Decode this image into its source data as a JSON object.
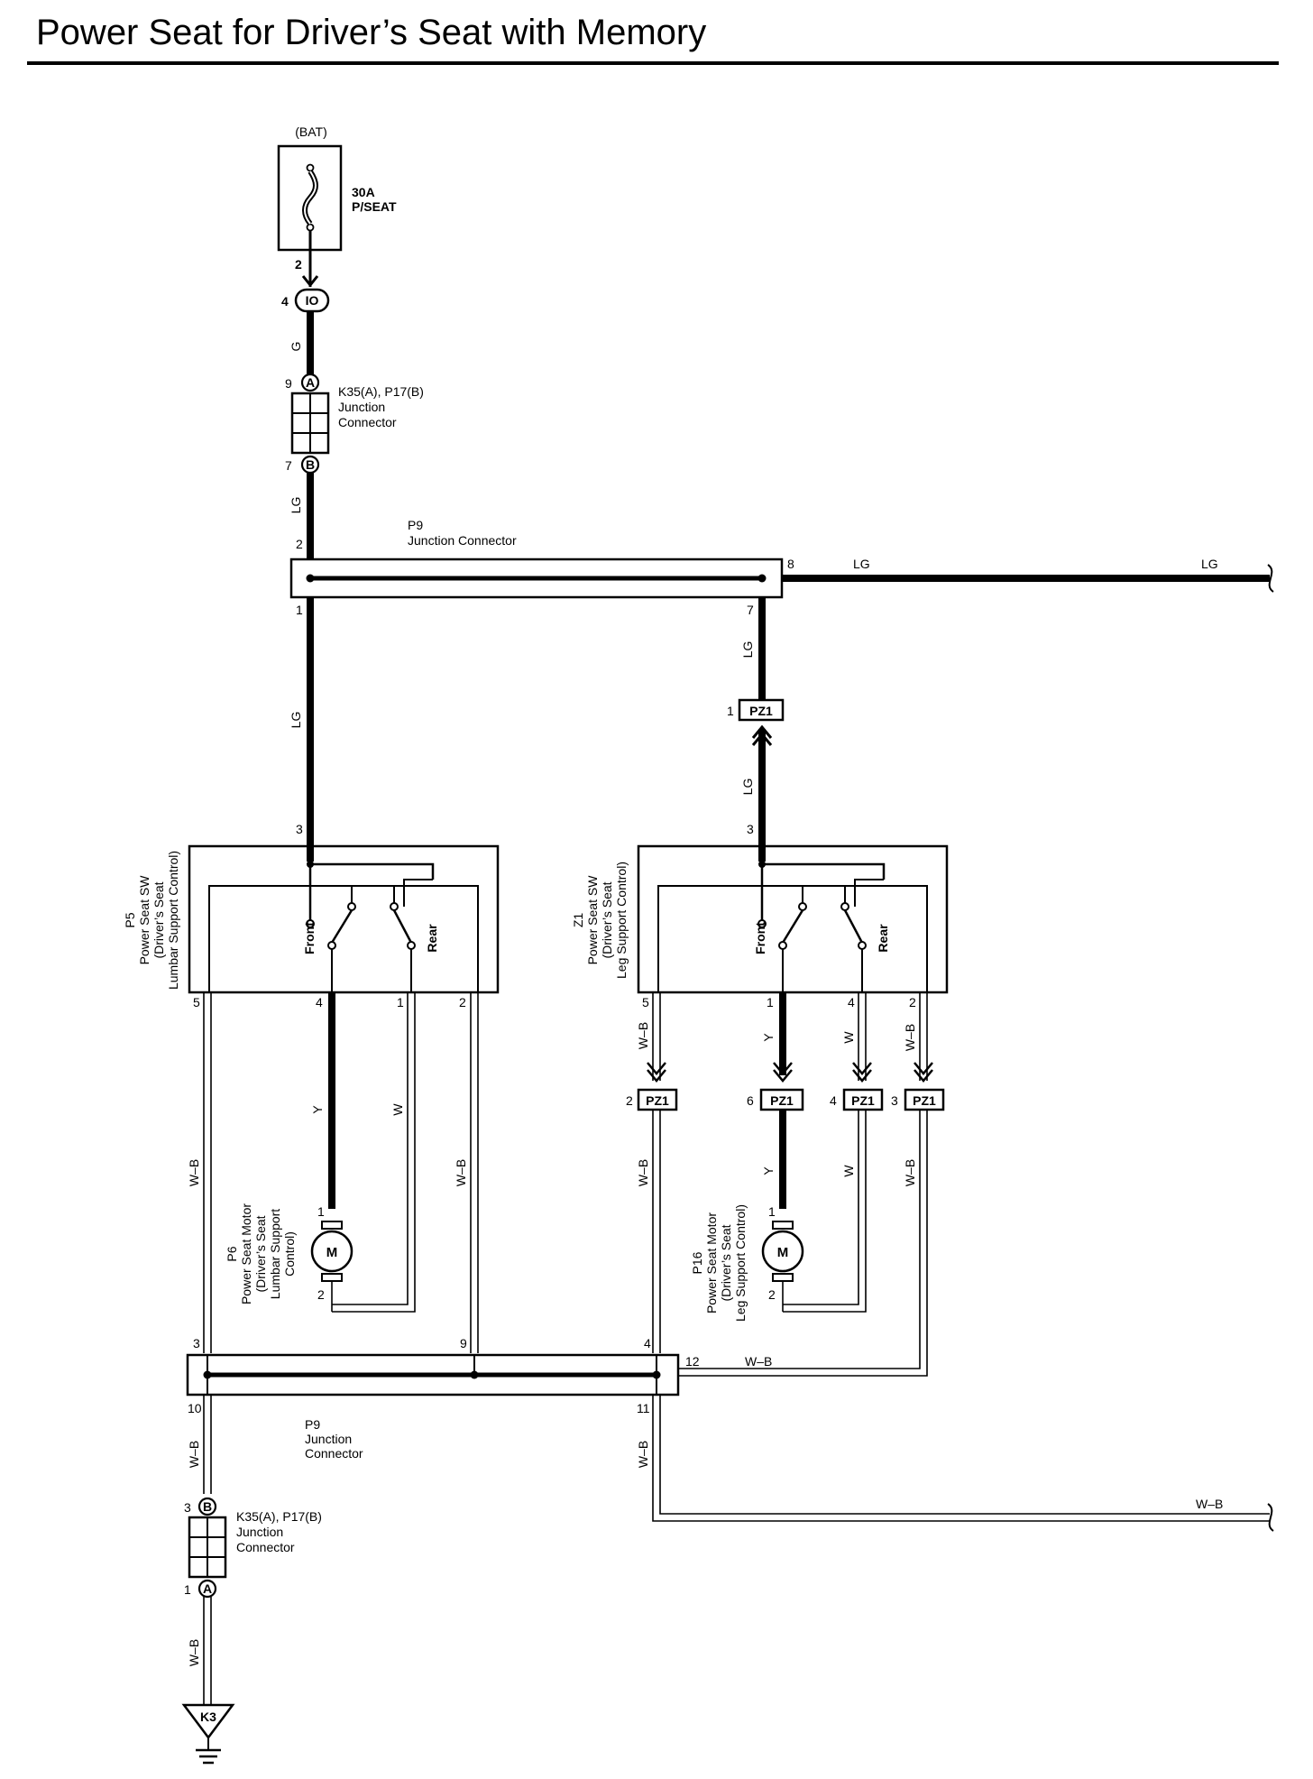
{
  "title": "Power Seat for Driver’s Seat with Memory",
  "colors": {
    "ink": "#000000",
    "paper": "#ffffff"
  },
  "labels": {
    "bat": "(BAT)",
    "fuse_rating": "30A",
    "fuse_name": "P/SEAT",
    "pin_2": "2",
    "pin_4": "4",
    "io": "IO",
    "wire_g": "G",
    "pin_9": "9",
    "pin_7": "7",
    "pin_a": "A",
    "pin_b": "B",
    "jc_top_id": "K35(A), P17(B)",
    "jc_line1": "Junction",
    "jc_line2": "Connector",
    "wire_lg": "LG",
    "p9_id": "P9",
    "p9_top_name": "Junction Connector",
    "pin_8": "8",
    "pin_1": "1",
    "pin_3": "3",
    "pz1": "PZ1",
    "p5_line1": "P5",
    "p5_line2": "Power Seat SW",
    "p5_line3": "(Driver’s Seat",
    "p5_line4": "Lumbar Support Control)",
    "z1_line1": "Z1",
    "z1_line2": "Power Seat SW",
    "z1_line3": "(Driver’s Seat",
    "z1_line4": "Leg Support Control)",
    "front": "Front",
    "rear": "Rear",
    "pin_5": "5",
    "pin_6": "6",
    "wire_y": "Y",
    "wire_w": "W",
    "wire_wb": "W–B",
    "motor": "M",
    "p6_line1": "P6",
    "p6_line2": "Power Seat Motor",
    "p6_line3": "(Driver’s Seat",
    "p6_line4": "Lumbar Support",
    "p6_line5": "Control)",
    "p16_line1": "P16",
    "p16_line2": "Power Seat Motor",
    "p16_line3": "(Driver’s Seat",
    "p16_line4": "Leg Support Control)",
    "pin_10": "10",
    "pin_11": "11",
    "pin_12": "12",
    "ground": "K3"
  }
}
